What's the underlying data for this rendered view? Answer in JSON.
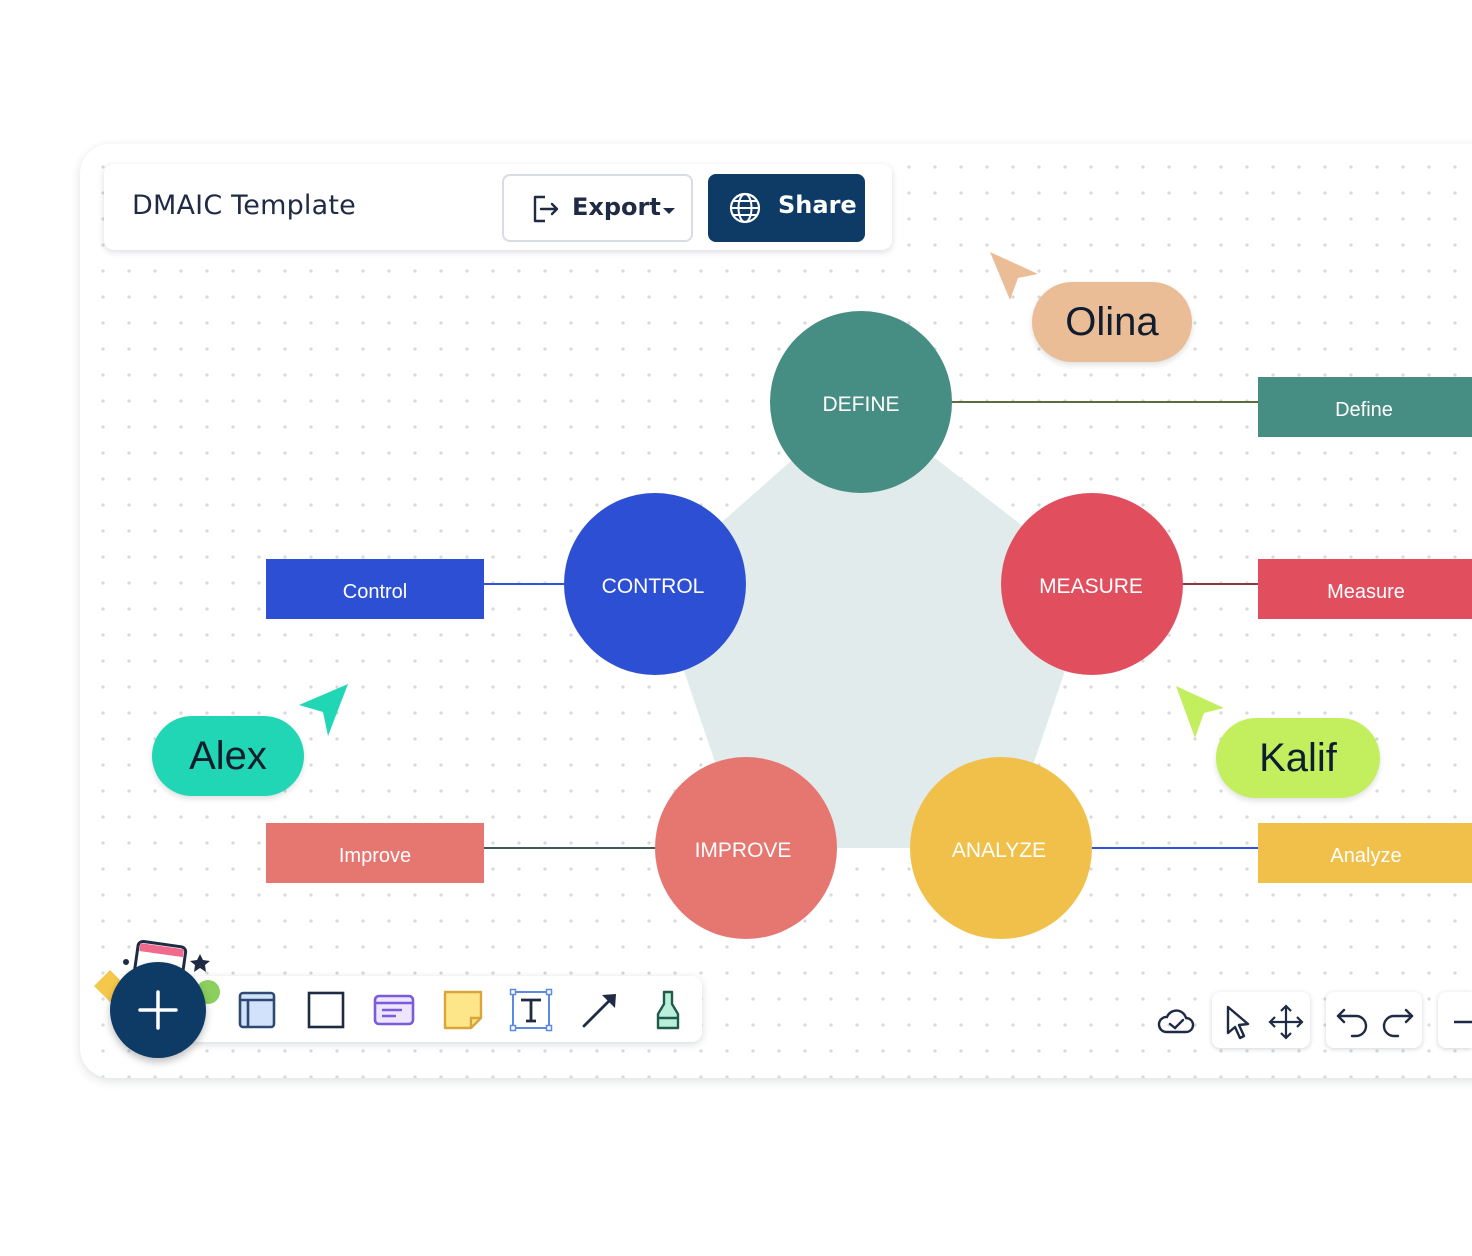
{
  "header": {
    "title": "DMAIC Template",
    "export_label": "Export",
    "share_label": "Share"
  },
  "diagram": {
    "circles": {
      "define": {
        "label": "DEFINE",
        "color": "#468e84"
      },
      "measure": {
        "label": "MEASURE",
        "color": "#e14f5f"
      },
      "analyze": {
        "label": "ANALYZE",
        "color": "#f0c04a"
      },
      "improve": {
        "label": "IMPROVE",
        "color": "#e67670"
      },
      "control": {
        "label": "CONTROL",
        "color": "#2d4fd4"
      }
    },
    "boxes": {
      "define": "Define",
      "measure": "Measure",
      "analyze": "Analyze",
      "improve": "Improve",
      "control": "Control"
    },
    "pentagon_color": "#e1ebeb"
  },
  "collaborators": [
    {
      "name": "Olina",
      "color": "#ebbd96"
    },
    {
      "name": "Alex",
      "color": "#21d6b4"
    },
    {
      "name": "Kalif",
      "color": "#c3ef5e"
    }
  ],
  "toolbar": {
    "tools": [
      "add-icon",
      "frame-icon",
      "rectangle-icon",
      "card-icon",
      "sticky-note-icon",
      "text-icon",
      "arrow-icon",
      "highlighter-icon"
    ]
  },
  "right_controls": {
    "icons": [
      "cloud-saved-icon",
      "select-cursor-icon",
      "pan-icon",
      "undo-icon",
      "redo-icon",
      "zoom-out-icon"
    ]
  },
  "colors": {
    "primary": "#0d3b66",
    "text": "#1f2a44"
  }
}
